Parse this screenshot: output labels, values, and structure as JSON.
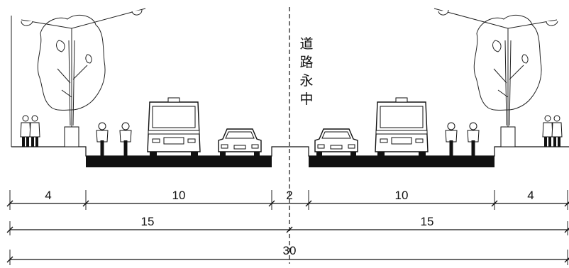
{
  "centerline_label": [
    "道",
    "路",
    "永",
    "中"
  ],
  "dimensions": {
    "row1": [
      "4",
      "10",
      "2",
      "10",
      "4"
    ],
    "row2": [
      "15",
      "15"
    ],
    "row3": [
      "30"
    ]
  },
  "colors": {
    "ink": "#111111",
    "pavement": "#111111",
    "background": "#ffffff"
  }
}
